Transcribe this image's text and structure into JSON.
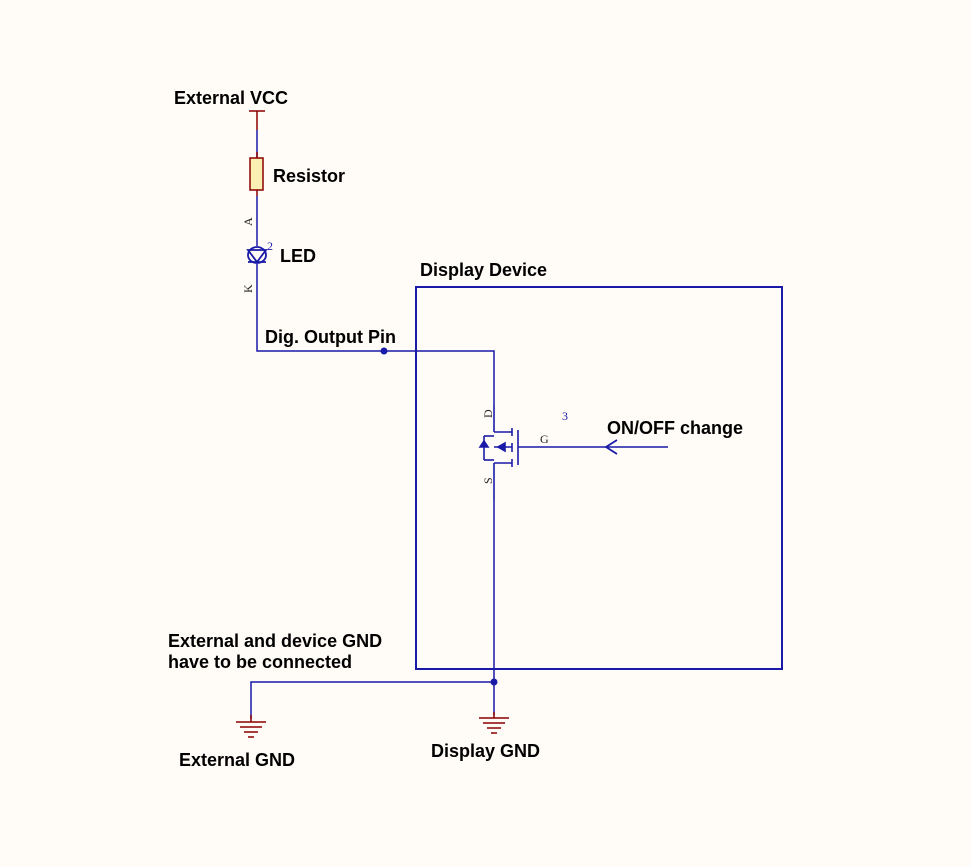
{
  "labels": {
    "external_vcc": "External VCC",
    "resistor": "Resistor",
    "led": "LED",
    "display_device": "Display Device",
    "dig_output_pin": "Dig. Output Pin",
    "on_off_change": "ON/OFF change",
    "gnd_note_line1": "External and device GND",
    "gnd_note_line2": "have to be connected",
    "external_gnd": "External GND",
    "display_gnd": "Display GND"
  },
  "pins": {
    "led_anode": "A",
    "led_cathode": "K",
    "led_pin_number": "2",
    "mosfet_drain": "D",
    "mosfet_source": "S",
    "mosfet_gate": "G",
    "mosfet_pin_number": "3"
  },
  "colors": {
    "background": "#fffcf7",
    "wire": "#1a1aa8",
    "power_symbol": "#8b0000",
    "resistor_fill": "#fbf0b4",
    "resistor_stroke": "#8b0000",
    "text": "#000000"
  }
}
